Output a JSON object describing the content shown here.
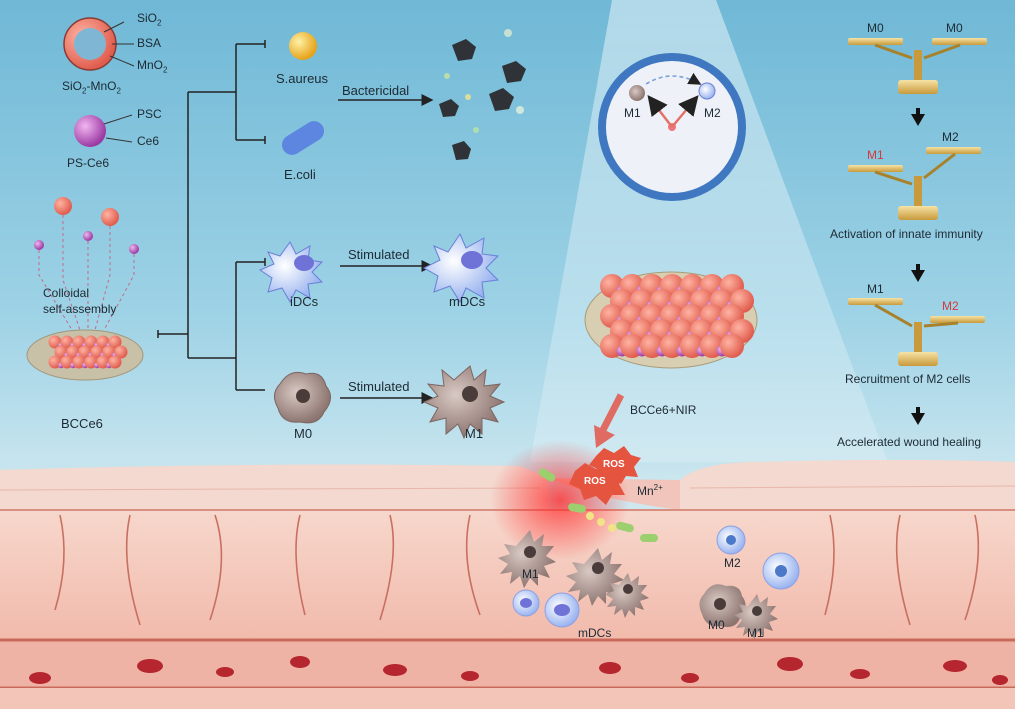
{
  "materials": {
    "sio2": "SiO",
    "sio2_sub": "2",
    "bsa": "BSA",
    "mno2": "MnO",
    "mno2_sub": "2",
    "sio2_mno2_a": "SiO",
    "sio2_mno2_b": "2",
    "sio2_mno2_c": "-MnO",
    "sio2_mno2_d": "2",
    "psc": "PSC",
    "ce6": "Ce6",
    "ps_ce6": "PS-Ce6",
    "colloidal": "Colloidal",
    "self_assembly": "self-assembly",
    "bcce6": "BCCe6"
  },
  "branches": {
    "s_aureus": "S.aureus",
    "e_coli": "E.coli",
    "bactericidal": "Bactericidal",
    "idcs": "iDCs",
    "mdcs": "mDCs",
    "stimulated_1": "Stimulated",
    "m0": "M0",
    "m1": "M1",
    "stimulated_2": "Stimulated"
  },
  "clock": {
    "m1": "M1",
    "m2": "M2"
  },
  "center": {
    "bcce6_nir": "BCCe6+NIR",
    "ros_1": "ROS",
    "ros_2": "ROS",
    "mn": "Mn",
    "mn_sup": "2+"
  },
  "balance": {
    "top_left": "M0",
    "top_right": "M0",
    "mid_left": "M1",
    "mid_right": "M2",
    "activation": "Activation of innate immunity",
    "bottom_left": "M1",
    "bottom_right": "M2",
    "recruitment": "Recruitment of M2 cells",
    "accelerated": "Accelerated wound healing"
  },
  "wound": {
    "m1": "M1",
    "mdcs": "mDCs",
    "m2": "M2",
    "m0": "M0",
    "m1_right": "M1"
  },
  "colors": {
    "accent_red": "#d23b3b",
    "sky": "#6fb8d6",
    "skin": "#f4c2b8"
  }
}
